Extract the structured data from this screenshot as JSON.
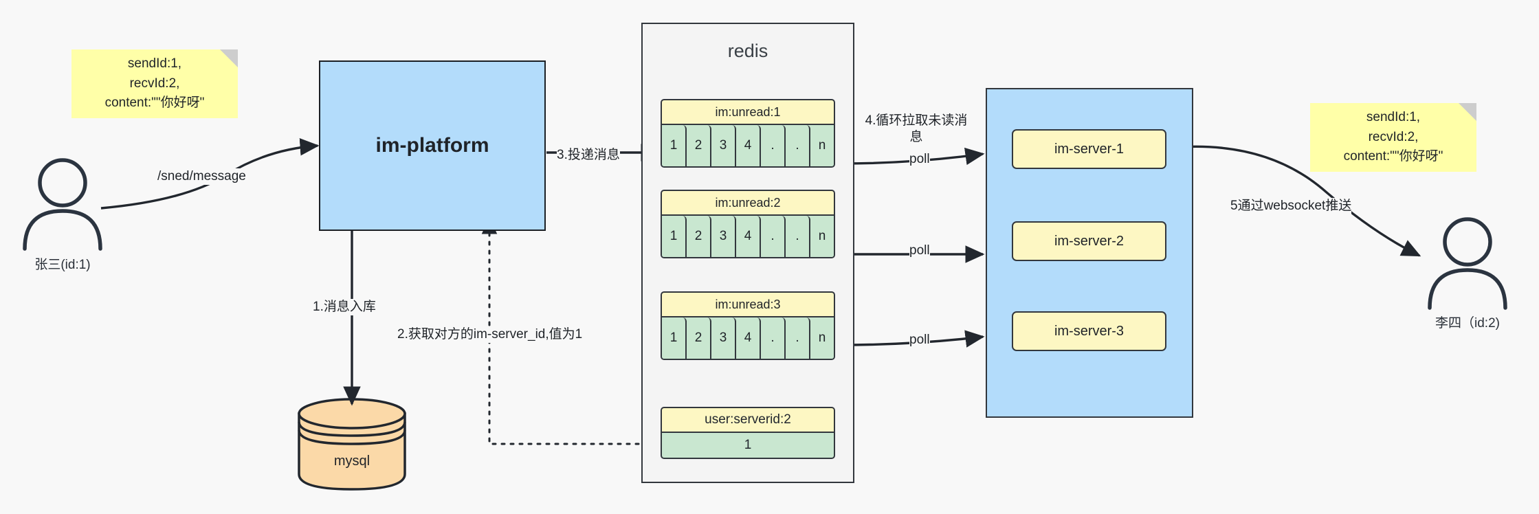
{
  "diagram": {
    "title": "IM message delivery architecture",
    "colors": {
      "background": "#f8f8f8",
      "sticky": "#ffffa8",
      "blue_box": "#b3dcfb",
      "yellow_box": "#fdf7c3",
      "green_cell": "#c9e7d0",
      "db_orange": "#fbd9a8",
      "stroke": "#32373d"
    },
    "notes": {
      "left": "sendId:1,\nrecvId:2,\ncontent:\"\"你好呀\"",
      "right": "sendId:1,\nrecvId:2,\ncontent:\"\"你好呀\""
    },
    "actors": {
      "sender": "张三(id:1)",
      "receiver": "李四（id:2)"
    },
    "nodes": {
      "platform": "im-platform",
      "database": "mysql",
      "redis": "redis"
    },
    "servers": [
      "im-server-1",
      "im-server-2",
      "im-server-3"
    ],
    "redis_keys": [
      {
        "key": "im:unread:1",
        "cells": [
          "1",
          "2",
          "3",
          "4",
          ".",
          ".",
          "n"
        ]
      },
      {
        "key": "im:unread:2",
        "cells": [
          "1",
          "2",
          "3",
          "4",
          ".",
          ".",
          "n"
        ]
      },
      {
        "key": "im:unread:3",
        "cells": [
          "1",
          "2",
          "3",
          "4",
          ".",
          ".",
          "n"
        ]
      }
    ],
    "kv": {
      "key": "user:serverid:2",
      "value": "1"
    },
    "edges": {
      "send_message": "/sned/message",
      "step1": "1.消息入库",
      "step2": "2.获取对方的im-server_id,值为1",
      "step3": "3.投递消息",
      "step4": "4.循环拉取未读消\n息",
      "step5": "5通过websocket推送",
      "poll1": "poll",
      "poll2": "poll",
      "poll3": "poll"
    }
  }
}
